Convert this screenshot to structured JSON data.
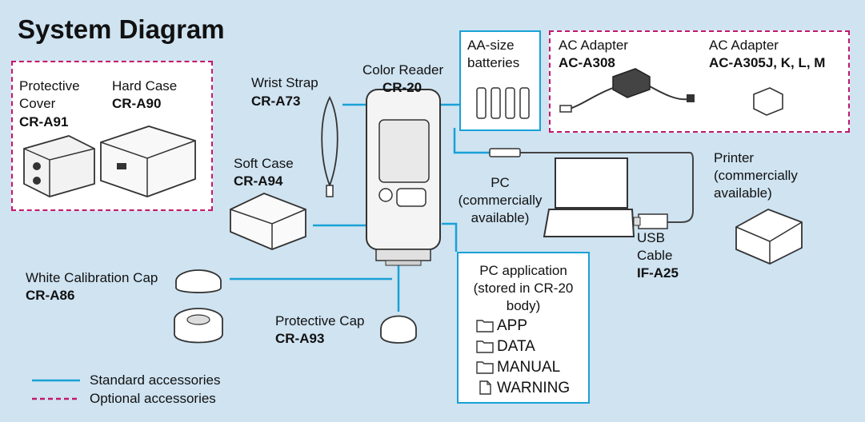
{
  "title": "System Diagram",
  "device": {
    "name": "Color Reader",
    "model": "CR-20"
  },
  "accessories": {
    "protective_cover": {
      "name_line1": "Protective",
      "name_line2": "Cover",
      "model": "CR-A91"
    },
    "hard_case": {
      "name": "Hard Case",
      "model": "CR-A90"
    },
    "wrist_strap": {
      "name": "Wrist Strap",
      "model": "CR-A73"
    },
    "soft_case": {
      "name": "Soft Case",
      "model": "CR-A94"
    },
    "white_cal_cap": {
      "name": "White Calibration Cap",
      "model": "CR-A86"
    },
    "protective_cap": {
      "name": "Protective Cap",
      "model": "CR-A93"
    },
    "batteries": {
      "line1": "AA-size",
      "line2": "batteries"
    },
    "ac_adapter_1": {
      "name": "AC Adapter",
      "model": "AC-A308"
    },
    "ac_adapter_2": {
      "name": "AC Adapter",
      "model": "AC-A305J, K, L, M"
    },
    "pc": {
      "line1": "PC",
      "line2": "(commercially",
      "line3": "available)"
    },
    "usb_cable": {
      "line1": "USB",
      "line2": "Cable",
      "model": "IF-A25"
    },
    "printer": {
      "line1": "Printer",
      "line2": "(commercially",
      "line3": "available)"
    }
  },
  "pc_app": {
    "line1": "PC application",
    "line2": "(stored in CR-20",
    "line3": "body)",
    "items": [
      {
        "label": "APP",
        "icon": "folder-icon"
      },
      {
        "label": "DATA",
        "icon": "folder-icon"
      },
      {
        "label": "MANUAL",
        "icon": "folder-icon"
      },
      {
        "label": "WARNING",
        "icon": "file-icon"
      }
    ]
  },
  "legend": {
    "standard": "Standard accessories",
    "optional": "Optional accessories"
  },
  "colors": {
    "background": "#cfe3f1",
    "standard_line": "#19a1d6",
    "optional_line": "#c2186b"
  }
}
